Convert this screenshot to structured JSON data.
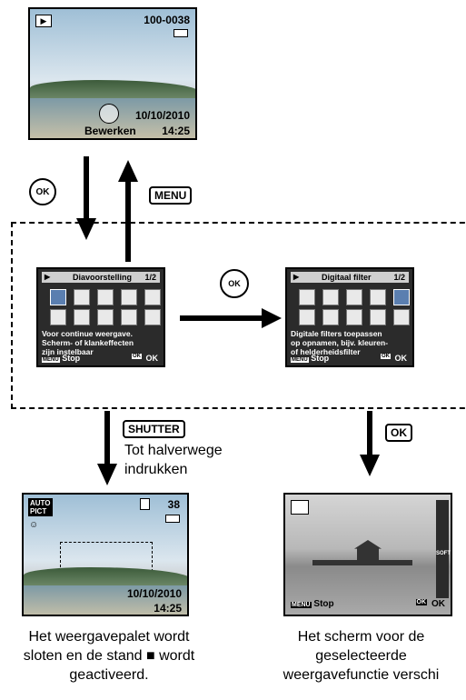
{
  "top_screen": {
    "file_no": "100-0038",
    "date": "10/10/2010",
    "time": "14:25",
    "edit_label": "Bewerken"
  },
  "buttons": {
    "ok_circle": "OK",
    "menu_key": "MENU",
    "shutter_key": "SHUTTER",
    "ok_key": "OK"
  },
  "shutter_text": [
    "Tot halverwege",
    "indrukken"
  ],
  "menu_left": {
    "title": "Diavoorstelling",
    "page": "1/2",
    "desc": [
      "Voor continue weergave.",
      "Scherm- of klankeffecten",
      "zijn instelbaar"
    ],
    "stop_key": "MENU",
    "stop": "Stop",
    "ok_icon": "OK",
    "ok": "OK"
  },
  "menu_right": {
    "title": "Digitaal filter",
    "page": "1/2",
    "desc": [
      "Digitale filters toepassen",
      "op opnamen, bijv. kleuren-",
      "of helderheidsfilter"
    ],
    "stop_key": "MENU",
    "stop": "Stop",
    "ok_icon": "OK",
    "ok": "OK"
  },
  "bottom_left_screen": {
    "mode": [
      "AUTO",
      "PICT"
    ],
    "count": "38",
    "date": "10/10/2010",
    "time": "14:25"
  },
  "bottom_right_screen": {
    "stop_key": "MENU",
    "stop": "Stop",
    "ok_icon": "OK",
    "ok": "OK",
    "soft": "SOFT"
  },
  "captions": {
    "left": [
      "Het weergavepalet wordt",
      "sloten en de stand ■ wordt",
      "geactiveerd."
    ],
    "right": [
      "Het scherm voor de",
      "geselecteerde",
      "weergavefunctie verschi"
    ]
  }
}
